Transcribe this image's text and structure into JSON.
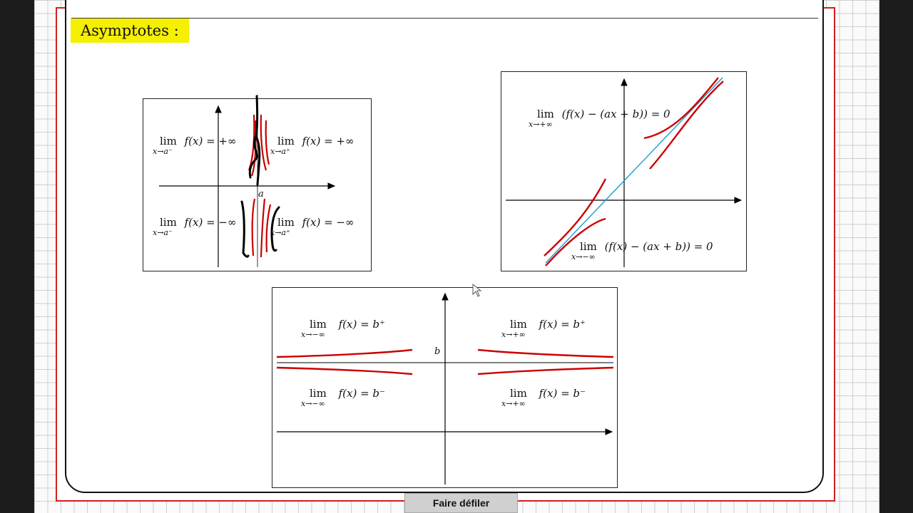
{
  "title": "Asymptotes :",
  "scroll_button": "Faire défiler",
  "panel_vertical": {
    "point_label": "a",
    "top_left": {
      "lim": "lim",
      "sub": "x→a⁻",
      "expr": "f(x) = +∞"
    },
    "top_right": {
      "lim": "lim",
      "sub": "x→a⁺",
      "expr": "f(x) = +∞"
    },
    "bottom_left": {
      "lim": "lim",
      "sub": "x→a⁻",
      "expr": "f(x) = −∞"
    },
    "bottom_right": {
      "lim": "lim",
      "sub": "x→a⁺",
      "expr": "f(x) = −∞"
    }
  },
  "panel_oblique": {
    "top": {
      "lim": "lim",
      "sub": "x→+∞",
      "expr": "(f(x) − (ax + b)) = 0"
    },
    "bottom": {
      "lim": "lim",
      "sub": "x→−∞",
      "expr": "(f(x) − (ax + b)) = 0"
    }
  },
  "panel_horizontal": {
    "point_label": "b",
    "top_left": {
      "lim": "lim",
      "sub": "x→−∞",
      "expr": "f(x) = b⁺"
    },
    "top_right": {
      "lim": "lim",
      "sub": "x→+∞",
      "expr": "f(x) = b⁺"
    },
    "bottom_left": {
      "lim": "lim",
      "sub": "x→−∞",
      "expr": "f(x) = b⁻"
    },
    "bottom_right": {
      "lim": "lim",
      "sub": "x→+∞",
      "expr": "f(x) = b⁻"
    }
  },
  "colors": {
    "curve": "#cc0000",
    "asymptote": "#1a9bd7",
    "highlight": "#f5ef00",
    "frame": "#d02020"
  }
}
